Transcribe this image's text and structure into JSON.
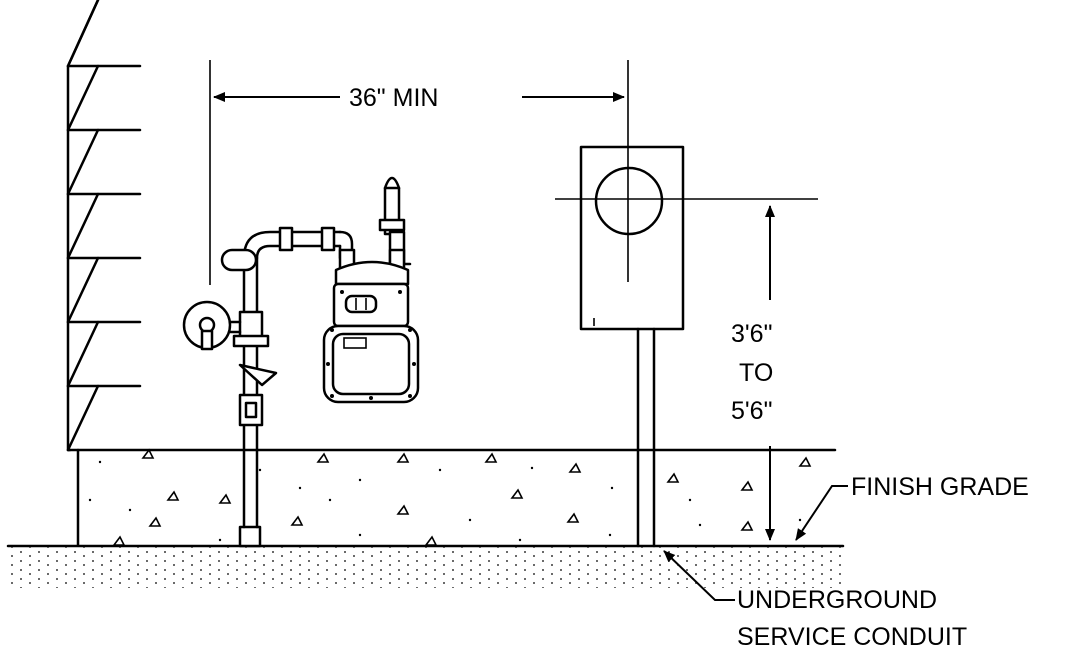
{
  "labels": {
    "clearance": "36\" MIN",
    "height_line1": "3'6\"",
    "height_line2": "TO",
    "height_line3": "5'6\"",
    "finish_grade": "FINISH GRADE",
    "conduit_line1": "UNDERGROUND",
    "conduit_line2": "SERVICE CONDUIT"
  },
  "colors": {
    "ink": "#000000",
    "background": "#ffffff"
  }
}
